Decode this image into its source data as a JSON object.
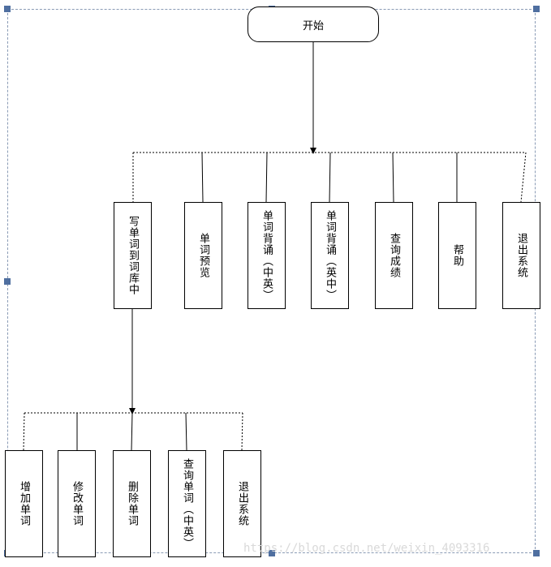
{
  "start": "开始",
  "level1": [
    {
      "id": "write",
      "label": "写单词到词库中"
    },
    {
      "id": "preview",
      "label": "单词预览"
    },
    {
      "id": "recite-cn-en",
      "label": "单词背诵（中英）"
    },
    {
      "id": "recite-en-cn",
      "label": "单词背诵（英中）"
    },
    {
      "id": "score",
      "label": "查询成绩"
    },
    {
      "id": "help",
      "label": "帮助"
    },
    {
      "id": "exit",
      "label": "退出系统"
    }
  ],
  "level2": [
    {
      "id": "add",
      "label": "增加单词"
    },
    {
      "id": "modify",
      "label": "修改单词"
    },
    {
      "id": "delete",
      "label": "删除单词"
    },
    {
      "id": "query",
      "label": "查询单词（中英）"
    },
    {
      "id": "exit2",
      "label": "退出系统"
    }
  ],
  "watermark": "https://blog.csdn.net/weixin_4093316"
}
